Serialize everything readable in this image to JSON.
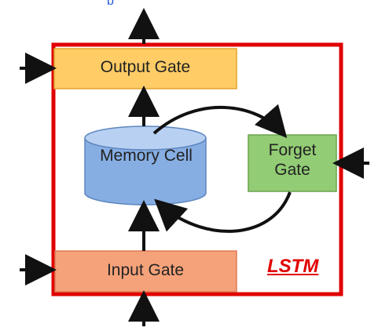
{
  "diagram": {
    "colors": {
      "frame": "#e00000",
      "arrow": "#111111",
      "output_gate_fill": "#ffcc66",
      "output_gate_stroke": "#e3a32a",
      "forget_gate_fill": "#92cc75",
      "forget_gate_stroke": "#6ba34e",
      "input_gate_fill": "#f5a27a",
      "input_gate_stroke": "#df7b54",
      "memory_cell_fill": "#86aee3",
      "memory_cell_stroke": "#5f86bf"
    },
    "labels": {
      "output_gate": "Output Gate",
      "memory_cell": "Memory Cell",
      "forget_gate": "Forget Gate",
      "input_gate": "Input Gate",
      "lstm": "LSTM",
      "top_fragment": "p"
    }
  }
}
